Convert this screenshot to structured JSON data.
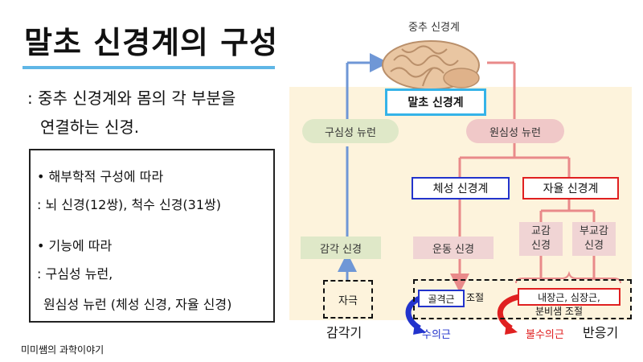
{
  "title": "말초 신경계의 구성",
  "definition": {
    "line1": ": 중추 신경계와 몸의 각 부분을",
    "line2": "연결하는 신경."
  },
  "info_box": {
    "item1": "• 해부학적 구성에 따라",
    "item1_detail": ": 뇌 신경(12쌍), 척수 신경(31쌍)",
    "item2": "• 기능에 따라",
    "item2_detail1": ": 구심성 뉴런,",
    "item2_detail2": "원심성 뉴런 (체성 신경, 자율 신경)"
  },
  "credit": "미미쌤의 과학이야기",
  "diagram": {
    "cns_label": "중추 신경계",
    "pns_label": "말초 신경계",
    "afferent": "구심성 뉴런",
    "efferent": "원심성 뉴런",
    "somatic": "체성 신경계",
    "autonomic": "자율 신경계",
    "sensory_nerve": "감각 신경",
    "motor_nerve": "운동 신경",
    "sympathetic_1": "교감",
    "sympathetic_2": "신경",
    "parasympathetic_1": "부교감",
    "parasympathetic_2": "신경",
    "stimulus": "자극",
    "skeletal_muscle": "골격근",
    "control": "조절",
    "visceral": "내장근, 심장근,",
    "secretion": "분비샘 조절",
    "receptor": "감각기",
    "effector": "반응기",
    "voluntary": "수의근",
    "involuntary": "불수의근"
  },
  "colors": {
    "accent_blue": "#35b3e8",
    "somatic_blue": "#2233cc",
    "autonomic_red": "#e02020",
    "afferent_arrow": "#6f97d6",
    "efferent_line": "#e98a8a",
    "panel_bg": "#fdf3dc"
  }
}
